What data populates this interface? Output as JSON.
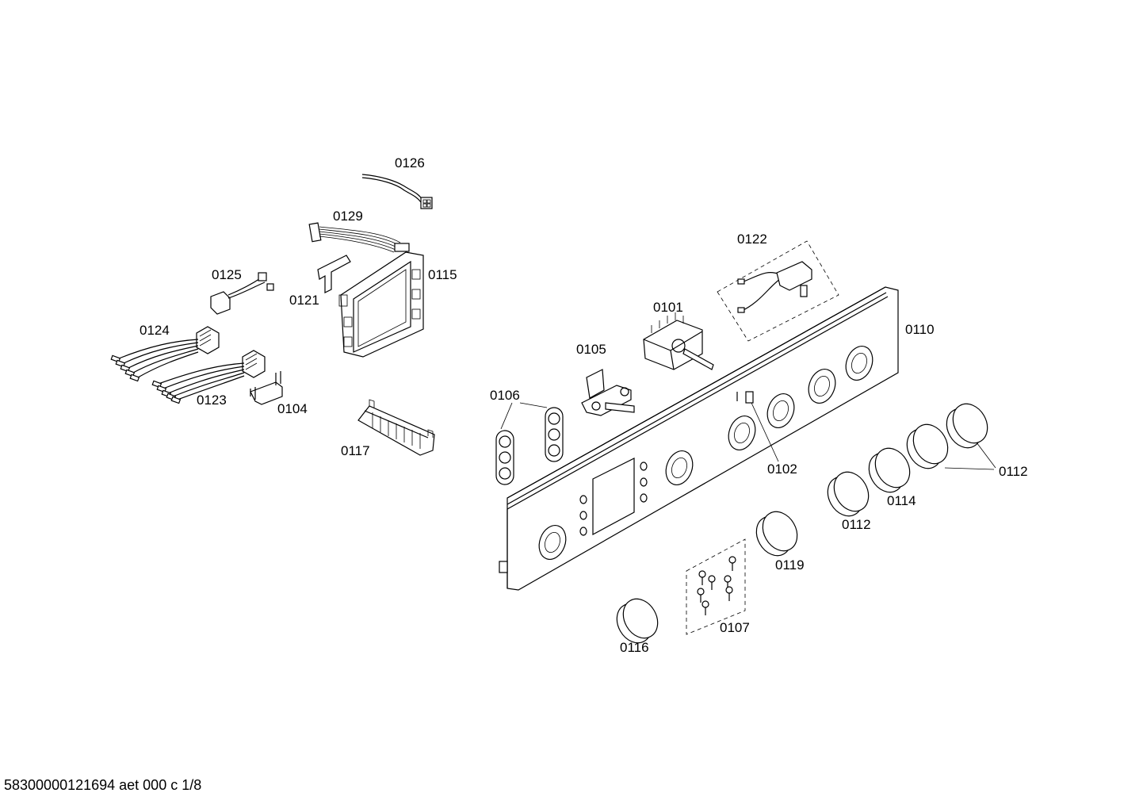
{
  "diagram": {
    "labels": {
      "p0101": "0101",
      "p0102": "0102",
      "p0104": "0104",
      "p0105": "0105",
      "p0106": "0106",
      "p0107": "0107",
      "p0110": "0110",
      "p0112a": "0112",
      "p0112b": "0112",
      "p0114": "0114",
      "p0115": "0115",
      "p0116": "0116",
      "p0117": "0117",
      "p0119": "0119",
      "p0121": "0121",
      "p0122": "0122",
      "p0123": "0123",
      "p0124": "0124",
      "p0125": "0125",
      "p0126": "0126",
      "p0129": "0129"
    },
    "document_id": "58300000121694 aet 000 c 1/8"
  }
}
